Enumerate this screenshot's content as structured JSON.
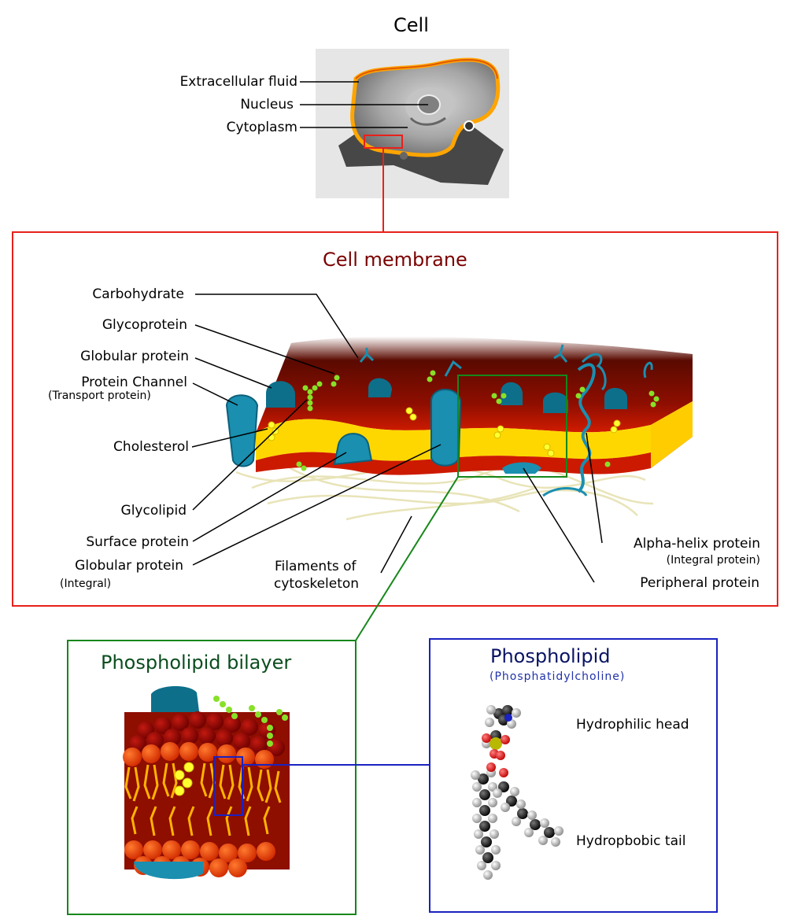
{
  "titles": {
    "cell": "Cell",
    "cell_membrane": "Cell membrane",
    "bilayer": "Phospholipid bilayer",
    "phospholipid": "Phospholipid",
    "phospholipid_sub": "(Phosphatidylcholine)"
  },
  "cell_labels": {
    "extracellular_fluid": "Extracellular fluid",
    "nucleus": "Nucleus",
    "cytoplasm": "Cytoplasm"
  },
  "membrane_labels": {
    "carbohydrate": "Carbohydrate",
    "glycoprotein": "Glycoprotein",
    "globular_protein": "Globular protein",
    "protein_channel": "Protein Channel",
    "transport_protein": "(Transport protein)",
    "cholesterol": "Cholesterol",
    "glycolipid": "Glycolipid",
    "surface_protein": "Surface protein",
    "globular_protein_integral": "Globular protein",
    "integral": "(Integral)",
    "filaments": "Filaments of",
    "cytoskeleton": "cytoskeleton",
    "alpha_helix": "Alpha-helix protein",
    "alpha_integral": "(Integral protein)",
    "peripheral": "Peripheral protein"
  },
  "phospholipid_labels": {
    "head": "Hydrophilic head",
    "tail": "Hydropbobic tail"
  },
  "colors": {
    "cell_box": "#e6e6e6",
    "membrane_frame": "#e8211c",
    "bilayer_frame": "#16871a",
    "phospholipid_frame": "#1a22c0",
    "lipid_yellow": "#ffd700",
    "lipid_red": "#cc1a00",
    "protein_teal": "#1a8fb0",
    "carbohydrate_green": "#88e028"
  }
}
